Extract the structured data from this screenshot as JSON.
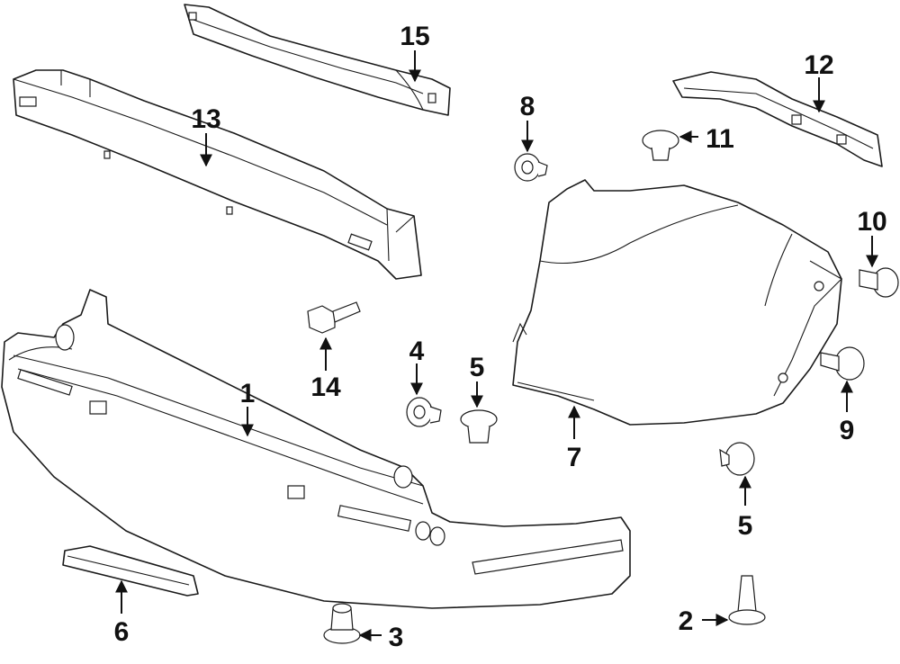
{
  "callouts": [
    {
      "id": "1",
      "label": "1"
    },
    {
      "id": "2",
      "label": "2"
    },
    {
      "id": "3",
      "label": "3"
    },
    {
      "id": "4",
      "label": "4"
    },
    {
      "id": "5a",
      "label": "5"
    },
    {
      "id": "5b",
      "label": "5"
    },
    {
      "id": "6",
      "label": "6"
    },
    {
      "id": "7",
      "label": "7"
    },
    {
      "id": "8",
      "label": "8"
    },
    {
      "id": "9",
      "label": "9"
    },
    {
      "id": "10",
      "label": "10"
    },
    {
      "id": "11",
      "label": "11"
    },
    {
      "id": "12",
      "label": "12"
    },
    {
      "id": "13",
      "label": "13"
    },
    {
      "id": "14",
      "label": "14"
    },
    {
      "id": "15",
      "label": "15"
    }
  ]
}
